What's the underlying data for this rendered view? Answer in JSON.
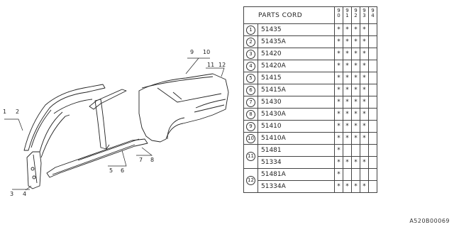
{
  "diagram": {
    "callouts": [
      "1",
      "2",
      "3",
      "4",
      "5",
      "6",
      "7",
      "8",
      "9",
      "10",
      "11",
      "12"
    ]
  },
  "table": {
    "header": "PARTS CORD",
    "years": [
      "90",
      "91",
      "92",
      "93",
      "94"
    ],
    "rows": [
      {
        "ref": "1",
        "code": "51435",
        "marks": [
          "*",
          "*",
          "*",
          "*",
          ""
        ]
      },
      {
        "ref": "2",
        "code": "51435A",
        "marks": [
          "*",
          "*",
          "*",
          "*",
          ""
        ]
      },
      {
        "ref": "3",
        "code": "51420",
        "marks": [
          "*",
          "*",
          "*",
          "*",
          ""
        ]
      },
      {
        "ref": "4",
        "code": "51420A",
        "marks": [
          "*",
          "*",
          "*",
          "*",
          ""
        ]
      },
      {
        "ref": "5",
        "code": "51415",
        "marks": [
          "*",
          "*",
          "*",
          "*",
          ""
        ]
      },
      {
        "ref": "6",
        "code": "51415A",
        "marks": [
          "*",
          "*",
          "*",
          "*",
          ""
        ]
      },
      {
        "ref": "7",
        "code": "51430",
        "marks": [
          "*",
          "*",
          "*",
          "*",
          ""
        ]
      },
      {
        "ref": "8",
        "code": "51430A",
        "marks": [
          "*",
          "*",
          "*",
          "*",
          ""
        ]
      },
      {
        "ref": "9",
        "code": "51410",
        "marks": [
          "*",
          "*",
          "*",
          "*",
          ""
        ]
      },
      {
        "ref": "10",
        "code": "51410A",
        "marks": [
          "*",
          "*",
          "*",
          "*",
          ""
        ]
      },
      {
        "ref": "11",
        "code": "51481",
        "marks": [
          "*",
          "",
          "",
          "",
          ""
        ]
      },
      {
        "ref": "",
        "code": "51334",
        "marks": [
          "*",
          "*",
          "*",
          "*",
          ""
        ]
      },
      {
        "ref": "12",
        "code": "51481A",
        "marks": [
          "*",
          "",
          "",
          "",
          ""
        ]
      },
      {
        "ref": "",
        "code": "51334A",
        "marks": [
          "*",
          "*",
          "*",
          "*",
          ""
        ]
      }
    ]
  },
  "ref_code": "A520B00069"
}
